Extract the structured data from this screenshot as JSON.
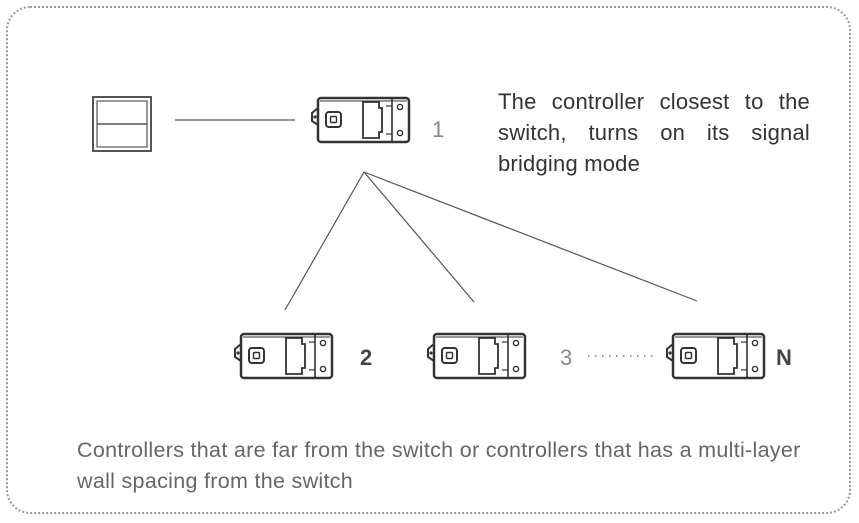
{
  "description_top": "The controller closest to the switch, turns on its signal bridging mode",
  "description_bottom": "Controllers that are far from the switch or controllers that has a multi-layer wall spacing from the switch",
  "labels": {
    "controller_1": "1",
    "controller_2": "2",
    "controller_3": "3",
    "controller_n": "N"
  },
  "colors": {
    "line": "#555555",
    "device_stroke": "#333333",
    "border": "#9a9a9a"
  }
}
